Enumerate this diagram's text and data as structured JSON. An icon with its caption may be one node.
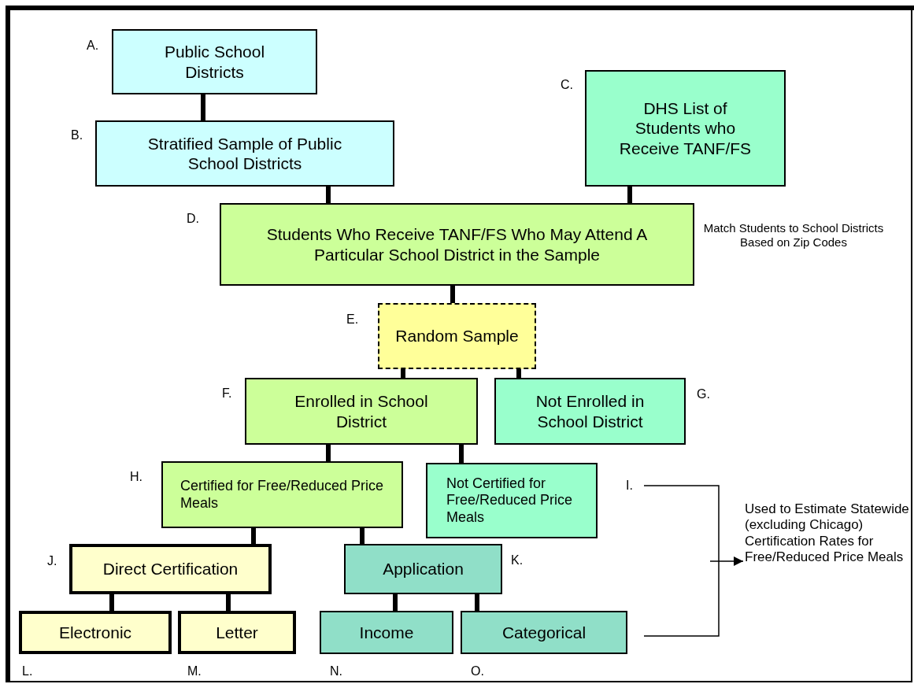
{
  "diagram": {
    "nodes": [
      {
        "text": [
          "Public School Districts"
        ],
        "beside": [
          "A."
        ]
      },
      {
        "text": [
          "Stratified Sample of Public School Districts"
        ],
        "beside": [
          "B."
        ]
      },
      {
        "text": [
          "DHS List of Students who Receive TANF/FS"
        ],
        "beside": [
          "C."
        ]
      },
      {
        "text": [
          "Students Who Receive TANF/FS Who May Attend A Particular School District in the Sample"
        ],
        "beside": [
          "D.",
          "Match Students to School Districts Based on Zip Codes"
        ]
      },
      {
        "text": [
          "Random Sample"
        ],
        "beside": [
          "E."
        ]
      },
      {
        "text": [
          "Enrolled in School District"
        ],
        "beside": [
          "F."
        ]
      },
      {
        "text": [
          "Not Enrolled in School District"
        ],
        "beside": [
          "G."
        ]
      },
      {
        "text": [
          "Certified for Free/Reduced Price Meals"
        ],
        "beside": [
          "H."
        ]
      },
      {
        "text": [
          "Not Certified for Free/Reduced Price Meals"
        ],
        "beside": [
          "I."
        ]
      },
      {
        "text": [
          "Direct Certification"
        ],
        "beside": [
          "J."
        ]
      },
      {
        "text": [
          "Application"
        ],
        "beside": [
          "K."
        ]
      },
      {
        "text": [
          "Electronic"
        ],
        "beside": [
          "L."
        ]
      },
      {
        "text": [
          "Letter"
        ],
        "beside": [
          "M."
        ]
      },
      {
        "text": [
          "Income"
        ],
        "beside": [
          "N."
        ]
      },
      {
        "text": [
          "Categorical"
        ],
        "beside": [
          "O."
        ]
      },
      {
        "text": [
          "Used to Estimate Statewide (excluding Chicago) Certification Rates for Free/Reduced Price Meals"
        ]
      }
    ],
    "edges": [
      {
        "from": 0,
        "to": 1,
        "arrow": "none"
      },
      {
        "from": 1,
        "to": 3,
        "arrow": "none"
      },
      {
        "from": 2,
        "to": 3,
        "arrow": "none"
      },
      {
        "from": 3,
        "to": 4,
        "arrow": "none"
      },
      {
        "from": 4,
        "to": 5,
        "arrow": "none"
      },
      {
        "from": 4,
        "to": 6,
        "arrow": "none"
      },
      {
        "from": 5,
        "to": 7,
        "arrow": "none"
      },
      {
        "from": 5,
        "to": 8,
        "arrow": "none"
      },
      {
        "from": 7,
        "to": 9,
        "arrow": "none"
      },
      {
        "from": 7,
        "to": 10,
        "arrow": "none"
      },
      {
        "from": 9,
        "to": 11,
        "arrow": "none"
      },
      {
        "from": 9,
        "to": 12,
        "arrow": "none"
      },
      {
        "from": 10,
        "to": 13,
        "arrow": "none"
      },
      {
        "from": 10,
        "to": 14,
        "arrow": "none"
      },
      {
        "from": null,
        "to": 15,
        "arrow": "to"
      }
    ]
  }
}
